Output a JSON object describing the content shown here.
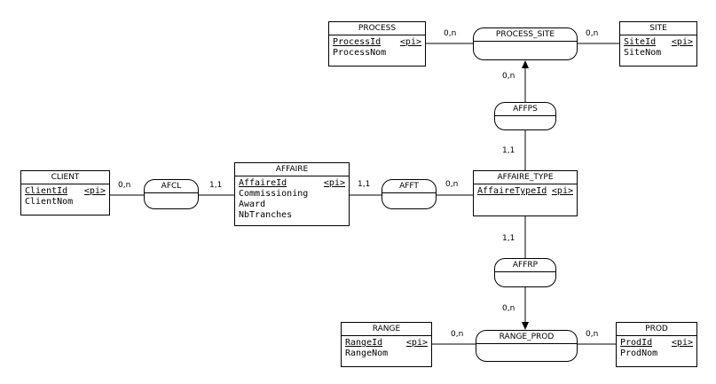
{
  "entities": {
    "process": {
      "name": "PROCESS",
      "attrs": [
        "ProcessId",
        "ProcessNom"
      ],
      "pi": "<pi>"
    },
    "site": {
      "name": "SITE",
      "attrs": [
        "SiteId",
        "SiteNom"
      ],
      "pi": "<pi>"
    },
    "client": {
      "name": "CLIENT",
      "attrs": [
        "ClientId",
        "ClientNom"
      ],
      "pi": "<pi>"
    },
    "affaire": {
      "name": "AFFAIRE",
      "attrs": [
        "AffaireId",
        "Commissioning",
        "Award",
        "NbTranches"
      ],
      "pi": "<pi>"
    },
    "affaire_type": {
      "name": "AFFAIRE_TYPE",
      "attrs": [
        "AffaireTypeId"
      ],
      "pi": "<pi>"
    },
    "range": {
      "name": "RANGE",
      "attrs": [
        "RangeId",
        "RangeNom"
      ],
      "pi": "<pi>"
    },
    "prod": {
      "name": "PROD",
      "attrs": [
        "ProdId",
        "ProdNom"
      ],
      "pi": "<pi>"
    }
  },
  "associations": {
    "process_site": "PROCESS_SITE",
    "affps": "AFFPS",
    "afcl": "AFCL",
    "afft": "AFFT",
    "affrp": "AFFRP",
    "range_prod": "RANGE_PROD"
  },
  "cardinalities": {
    "process_processsite": "0,n",
    "site_processsite": "0,n",
    "processsite_affps": "0,n",
    "affairetype_affps": "1,1",
    "client_afcl": "0,n",
    "affaire_afcl": "1,1",
    "affaire_afft": "1,1",
    "affairetype_afft": "0,n",
    "affairetype_affrp": "1,1",
    "rangeprod_affrp": "0,n",
    "range_rangeprod": "0,n",
    "prod_rangeprod": "0,n"
  },
  "colors": {
    "line": "#000000",
    "background": "#ffffff"
  }
}
